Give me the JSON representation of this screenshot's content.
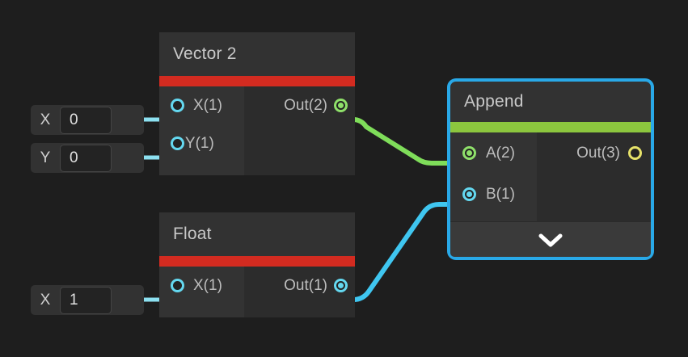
{
  "canvas": {
    "background": "#1e1e1e",
    "selection_color": "#29a9e8"
  },
  "properties": [
    {
      "name": "vector2-x",
      "label": "X",
      "value": "0",
      "placeholder": "0"
    },
    {
      "name": "vector2-y",
      "label": "Y",
      "value": "0",
      "placeholder": "0"
    },
    {
      "name": "float-x",
      "label": "X",
      "value": "1",
      "placeholder": "0"
    }
  ],
  "nodes": [
    {
      "id": "vector2",
      "title": "Vector 2",
      "accent_color": "#d32b20",
      "selected": false,
      "inputs": [
        {
          "label": "X(1)",
          "port_style": "ring-cyan"
        },
        {
          "label": "Y(1)",
          "port_style": "ring-cyan"
        }
      ],
      "outputs": [
        {
          "label": "Out(2)",
          "port_style": "filled-green"
        }
      ]
    },
    {
      "id": "float",
      "title": "Float",
      "accent_color": "#d32b20",
      "selected": false,
      "inputs": [
        {
          "label": "X(1)",
          "port_style": "ring-cyan"
        }
      ],
      "outputs": [
        {
          "label": "Out(1)",
          "port_style": "filled-cyan"
        }
      ]
    },
    {
      "id": "append",
      "title": "Append",
      "accent_color": "#8cc63e",
      "selected": true,
      "inputs": [
        {
          "label": "A(2)",
          "port_style": "filled-green"
        },
        {
          "label": "B(1)",
          "port_style": "filled-cyan"
        }
      ],
      "outputs": [
        {
          "label": "Out(3)",
          "port_style": "ring-yellow"
        }
      ],
      "expand_icon": "chevron-down-icon"
    }
  ],
  "connections": [
    {
      "name": "vector2-out-to-append-a",
      "from": "Vector 2 Out(2)",
      "to": "Append A(2)",
      "color": "#7fdd5a"
    },
    {
      "name": "float-out-to-append-b",
      "from": "Float Out(1)",
      "to": "Append B(1)",
      "color": "#3fc6f0"
    },
    {
      "name": "field-x-to-vector2-x",
      "from": "X field",
      "to": "Vector 2 X(1)",
      "color": "#8ce0f0"
    },
    {
      "name": "field-y-to-vector2-y",
      "from": "Y field",
      "to": "Vector 2 Y(1)",
      "color": "#8ce0f0"
    },
    {
      "name": "field-x-to-float-x",
      "from": "X field",
      "to": "Float X(1)",
      "color": "#8ce0f0"
    }
  ]
}
